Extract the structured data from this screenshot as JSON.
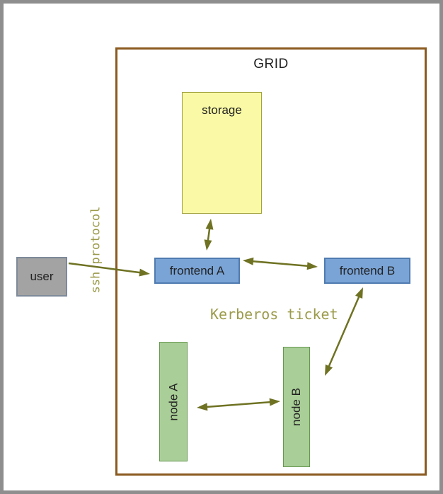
{
  "diagram": {
    "container_label": "GRID",
    "boxes": {
      "storage": {
        "label": "storage",
        "fill": "#fafaa6",
        "border_color": "#a2a23e"
      },
      "user": {
        "label": "user",
        "fill": "#a3a3a3",
        "border_color": "#7e8a9a"
      },
      "frontend_a": {
        "label": "frontend A",
        "fill": "#7aa4d6",
        "border_color": "#4f7bb0"
      },
      "frontend_b": {
        "label": "frontend B",
        "fill": "#7aa4d6",
        "border_color": "#4f7bb0"
      },
      "node_a": {
        "label": "node A",
        "fill": "#a9ce97",
        "border_color": "#689852"
      },
      "node_b": {
        "label": "node B",
        "fill": "#a9ce97",
        "border_color": "#689852"
      }
    },
    "edge_labels": {
      "ssh": "ssh protocol",
      "kerberos": "Kerberos ticket"
    },
    "edges": [
      {
        "from": "storage",
        "to": "frontend A",
        "direction": "bidirectional",
        "label": ""
      },
      {
        "from": "frontend A",
        "to": "frontend B",
        "direction": "bidirectional",
        "label": ""
      },
      {
        "from": "user",
        "to": "frontend A",
        "direction": "one-way",
        "label": "ssh protocol"
      },
      {
        "from": "frontend B",
        "to": "node B",
        "direction": "bidirectional",
        "label": "Kerberos ticket"
      },
      {
        "from": "node A",
        "to": "node B",
        "direction": "bidirectional",
        "label": ""
      }
    ],
    "colors": {
      "arrow": "#6e7222",
      "edge_label_text": "#9b9b4b",
      "grid_border": "#8a5a1f",
      "outer_border": "#8e8e8e",
      "box_text": "#222222",
      "background": "#ffffff"
    }
  }
}
